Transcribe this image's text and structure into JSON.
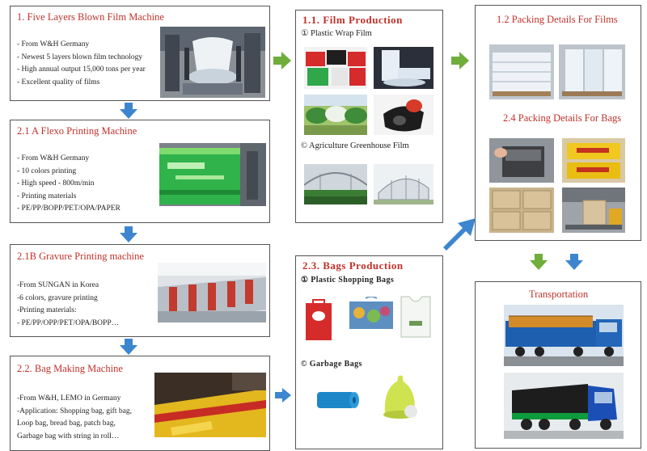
{
  "machines": [
    {
      "title": "1.  Five Layers Blown Film Machine",
      "items": [
        "- From W&H Germany",
        "- Newest 5 layers blown film technology",
        "- High annual output 15,000 tons per year",
        "- Excellent quality of films"
      ]
    },
    {
      "title": "2.1 A   Flexo Printing Machine",
      "items": [
        "- From W&H Germany",
        "- 10 colors printing",
        "- High speed - 800m/min",
        "- Printing materials",
        "- PE/PP/BOPP/PET/OPA/PAPER"
      ]
    },
    {
      "title": "2.1B   Gravure Printing machine",
      "items": [
        "-From SUNGAN in Korea",
        "-6 colors, gravure printing",
        "-Printing materials:",
        "- PE/PP/OPP/PET/OPA/BOPP…"
      ]
    },
    {
      "title": "2.2.   Bag Making Machine",
      "items": [
        "-From W&H, LEMO in Germany",
        "-Application: Shopping bag, gift bag,",
        "Loop bag, bread bag, patch bag,",
        "Garbage bag with string in roll…"
      ]
    }
  ],
  "film_production": {
    "title": "1.1.   Film Production",
    "sub1": "①  Plastic Wrap Film",
    "sub2": "©  Agriculture Greenhouse Film"
  },
  "bags_production": {
    "title": "2.3.  Bags Production",
    "sub1": "①   Plastic Shopping Bags",
    "sub2": "©   Garbage Bags"
  },
  "packing": {
    "films_title": "1.2 Packing Details For Films",
    "bags_title": "2.4 Packing Details For Bags"
  },
  "transport": {
    "title": "Transportation"
  },
  "colors": {
    "title_red": "#c0312a",
    "arrow_blue": "#3d86cf",
    "arrow_green": "#6fae3a"
  }
}
